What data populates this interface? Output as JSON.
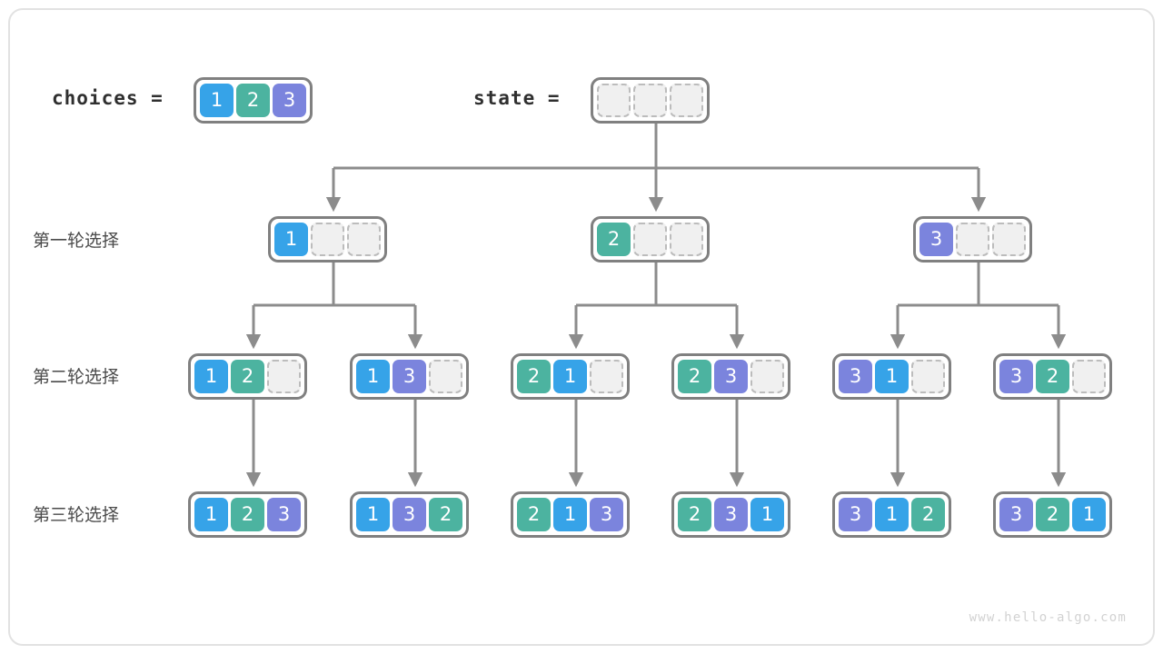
{
  "figure": {
    "title_vars": {
      "choices_label": "choices  =",
      "state_label": "state  ="
    },
    "watermark": "www.hello-algo.com",
    "row_labels": [
      "第一轮选择",
      "第二轮选择",
      "第三轮选择"
    ],
    "palette": {
      "value_1": "#36a3e8",
      "value_2": "#4cb3a0",
      "value_3": "#7b84dd",
      "empty_fill": "#f0f0f0",
      "empty_border": "#bcbcbc",
      "box_border": "#808080",
      "connector": "#8c8c8c",
      "frame": "#e2e2e2",
      "text": "#2f2f2f",
      "watermark": "#d2d2d2"
    }
  },
  "chart_data": {
    "type": "diagram",
    "title": "Permutation backtracking tree for choices = [1, 2, 3]",
    "choices": [
      1,
      2,
      3
    ],
    "state_initial": [
      null,
      null,
      null
    ],
    "levels": [
      {
        "label": "第一轮选择",
        "nodes": [
          {
            "cells": [
              1,
              null,
              null
            ]
          },
          {
            "cells": [
              2,
              null,
              null
            ]
          },
          {
            "cells": [
              3,
              null,
              null
            ]
          }
        ]
      },
      {
        "label": "第二轮选择",
        "nodes": [
          {
            "cells": [
              1,
              2,
              null
            ]
          },
          {
            "cells": [
              1,
              3,
              null
            ]
          },
          {
            "cells": [
              2,
              1,
              null
            ]
          },
          {
            "cells": [
              2,
              3,
              null
            ]
          },
          {
            "cells": [
              3,
              1,
              null
            ]
          },
          {
            "cells": [
              3,
              2,
              null
            ]
          }
        ]
      },
      {
        "label": "第三轮选择",
        "nodes": [
          {
            "cells": [
              1,
              2,
              3
            ]
          },
          {
            "cells": [
              1,
              3,
              2
            ]
          },
          {
            "cells": [
              2,
              1,
              3
            ]
          },
          {
            "cells": [
              2,
              3,
              1
            ]
          },
          {
            "cells": [
              3,
              1,
              2
            ]
          },
          {
            "cells": [
              3,
              2,
              1
            ]
          }
        ]
      }
    ]
  },
  "nodes": {
    "root_choices": {
      "cells": [
        1,
        2,
        3
      ]
    },
    "root_state": {
      "cells": [
        null,
        null,
        null
      ]
    },
    "l1": [
      {
        "cells": [
          1,
          null,
          null
        ]
      },
      {
        "cells": [
          2,
          null,
          null
        ]
      },
      {
        "cells": [
          3,
          null,
          null
        ]
      }
    ],
    "l2": [
      {
        "cells": [
          1,
          2,
          null
        ]
      },
      {
        "cells": [
          1,
          3,
          null
        ]
      },
      {
        "cells": [
          2,
          1,
          null
        ]
      },
      {
        "cells": [
          2,
          3,
          null
        ]
      },
      {
        "cells": [
          3,
          1,
          null
        ]
      },
      {
        "cells": [
          3,
          2,
          null
        ]
      }
    ],
    "l3": [
      {
        "cells": [
          1,
          2,
          3
        ]
      },
      {
        "cells": [
          1,
          3,
          2
        ]
      },
      {
        "cells": [
          2,
          1,
          3
        ]
      },
      {
        "cells": [
          2,
          3,
          1
        ]
      },
      {
        "cells": [
          3,
          1,
          2
        ]
      },
      {
        "cells": [
          3,
          2,
          1
        ]
      }
    ]
  }
}
